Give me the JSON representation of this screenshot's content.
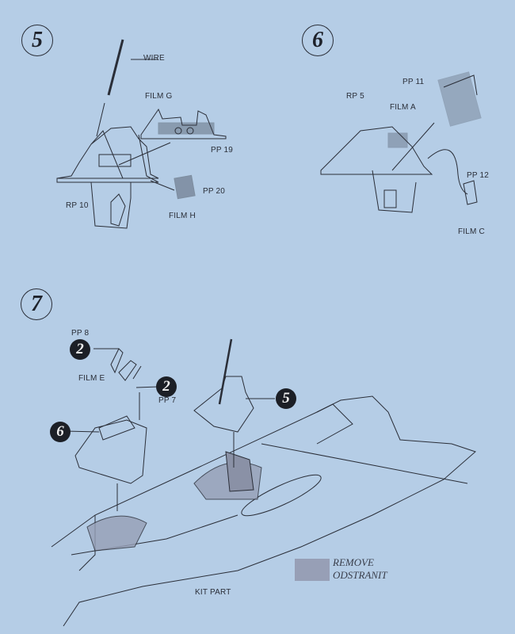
{
  "steps": {
    "step5": {
      "number": "5",
      "labels": {
        "wire": "WIRE",
        "film_g": "FILM G",
        "pp19": "PP 19",
        "pp20": "PP 20",
        "rp10": "RP 10",
        "film_h": "FILM H"
      }
    },
    "step6": {
      "number": "6",
      "labels": {
        "pp11": "PP 11",
        "rp5": "RP 5",
        "film_a": "FILM A",
        "pp12": "PP 12",
        "film_c": "FILM C"
      }
    },
    "step7": {
      "number": "7",
      "labels": {
        "pp8": "PP 8",
        "film_e": "FILM E",
        "pp7": "PP 7",
        "kit_part": "KIT PART"
      },
      "qty_pp8": "2",
      "qty_pp7": "2",
      "ref_step6": "6",
      "ref_step5": "5"
    }
  },
  "legend": {
    "remove": "REMOVE",
    "odstranit": "ODSTRANIT",
    "swatch_color": "#979fb6"
  },
  "colors": {
    "background": "#b5cde6",
    "line": "#2a2e38"
  }
}
